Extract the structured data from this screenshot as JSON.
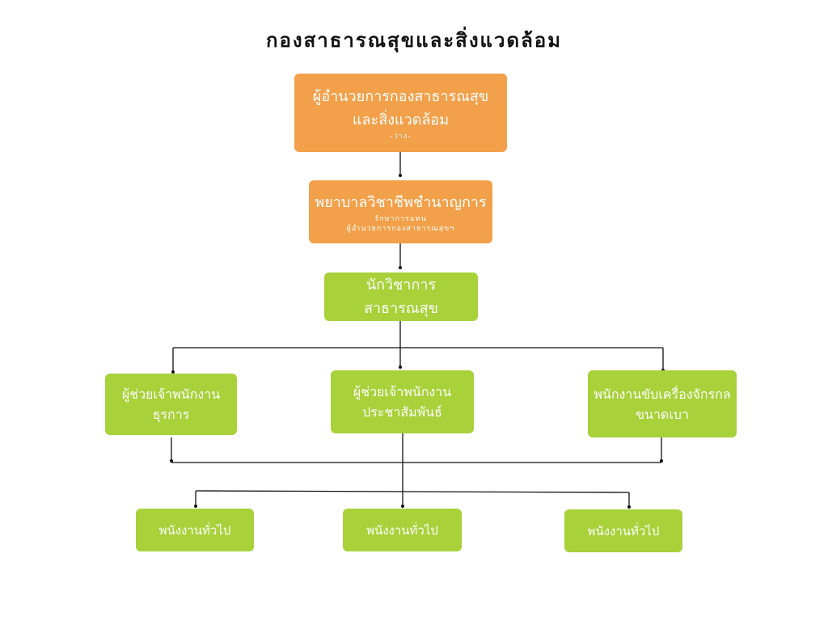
{
  "title": "กองสาธารณสุขและสิ่งแวดล้อม",
  "colors": {
    "orange": "#f2a04a",
    "green": "#a8d13a",
    "line": "#111111"
  },
  "nodes": {
    "director": {
      "line1": "ผู้อำนวยการกองสาธารณสุข",
      "line2": "และสิ่งแวดล้อม",
      "note": "-ว่าง-"
    },
    "nurse": {
      "title": "พยาบาลวิชาชีพชำนาญการ",
      "note1": "รักษาการแทน",
      "note2": "ผู้อำนวยการกองสาธารณสุขฯ"
    },
    "academic": {
      "title": "นักวิชาการสาธารณสุข"
    },
    "admin_assistant": {
      "line1": "ผู้ช่วยเจ้าพนักงาน",
      "line2": "ธุรการ"
    },
    "pr_assistant": {
      "line1": "ผู้ช่วยเจ้าพนักงาน",
      "line2": "ประชาสัมพันธ์"
    },
    "driver": {
      "line1": "พนักงานขับเครื่องจักรกล",
      "line2": "ขนาดเบา"
    },
    "general_1": {
      "title": "พนังงานทั่วไป"
    },
    "general_2": {
      "title": "พนังงานทั่วไป"
    },
    "general_3": {
      "title": "พนังงานทั่วไป"
    }
  }
}
